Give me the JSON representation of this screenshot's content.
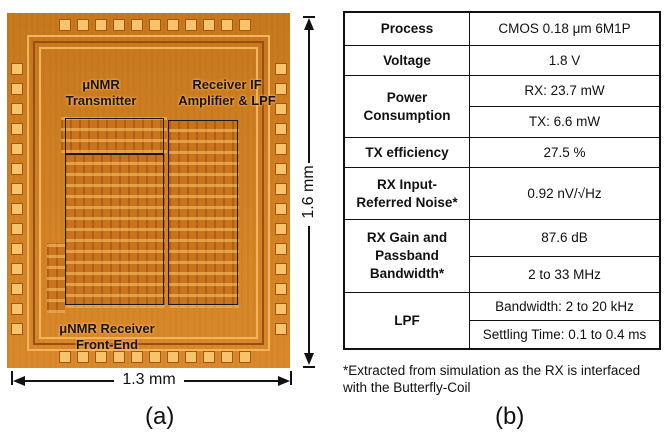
{
  "panel_a": {
    "labels": {
      "transmitter": "μNMR\nTransmitter",
      "receiver_if": "Receiver IF\nAmplifier & LPF",
      "receiver_fe": "μNMR Receiver\nFront-End"
    },
    "height_dim": "1.6 mm",
    "width_dim": "1.3 mm",
    "caption": "(a)"
  },
  "panel_b": {
    "rows": [
      {
        "param": "Process",
        "values": [
          "CMOS 0.18 μm 6M1P"
        ]
      },
      {
        "param": "Voltage",
        "values": [
          "1.8 V"
        ]
      },
      {
        "param": "Power Consumption",
        "values": [
          "RX: 23.7 mW",
          "TX: 6.6 mW"
        ]
      },
      {
        "param": "TX efficiency",
        "values": [
          "27.5 %"
        ]
      },
      {
        "param": "RX Input-\nReferred Noise*",
        "values": [
          "0.92 nV/√Hz"
        ]
      },
      {
        "param": "RX Gain and\nPassband\nBandwidth*",
        "values": [
          "87.6 dB",
          "2 to 33 MHz"
        ]
      },
      {
        "param": "LPF",
        "values": [
          "Bandwidth: 2 to 20 kHz",
          "Settling Time: 0.1 to 0.4 ms"
        ]
      }
    ],
    "footnote": "*Extracted from simulation as the RX is interfaced with the Butterfly-Coil",
    "caption": "(b)"
  },
  "colors": {
    "chip_base": "#d9831f",
    "outline": "#1a1a1a"
  }
}
